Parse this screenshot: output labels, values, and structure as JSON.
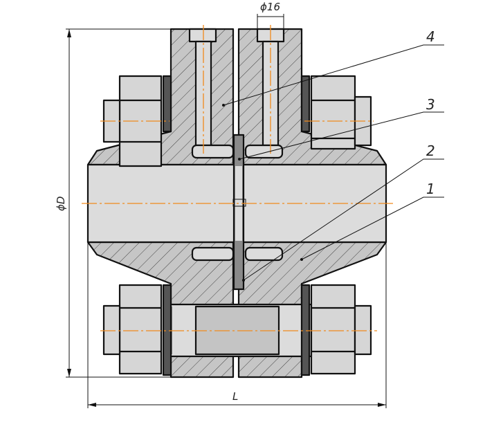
{
  "drawing": {
    "part_labels": [
      "4",
      "3",
      "2",
      "1"
    ],
    "dimensions": {
      "bolt_hole_diameter": "ϕ16",
      "outer_diameter": "ϕD",
      "length": "L"
    },
    "colors": {
      "section_fill": "#c6c6c6",
      "bore_fill": "#dcdcdc",
      "washer_fill": "#555555",
      "centerline": "#f08a1c"
    }
  }
}
